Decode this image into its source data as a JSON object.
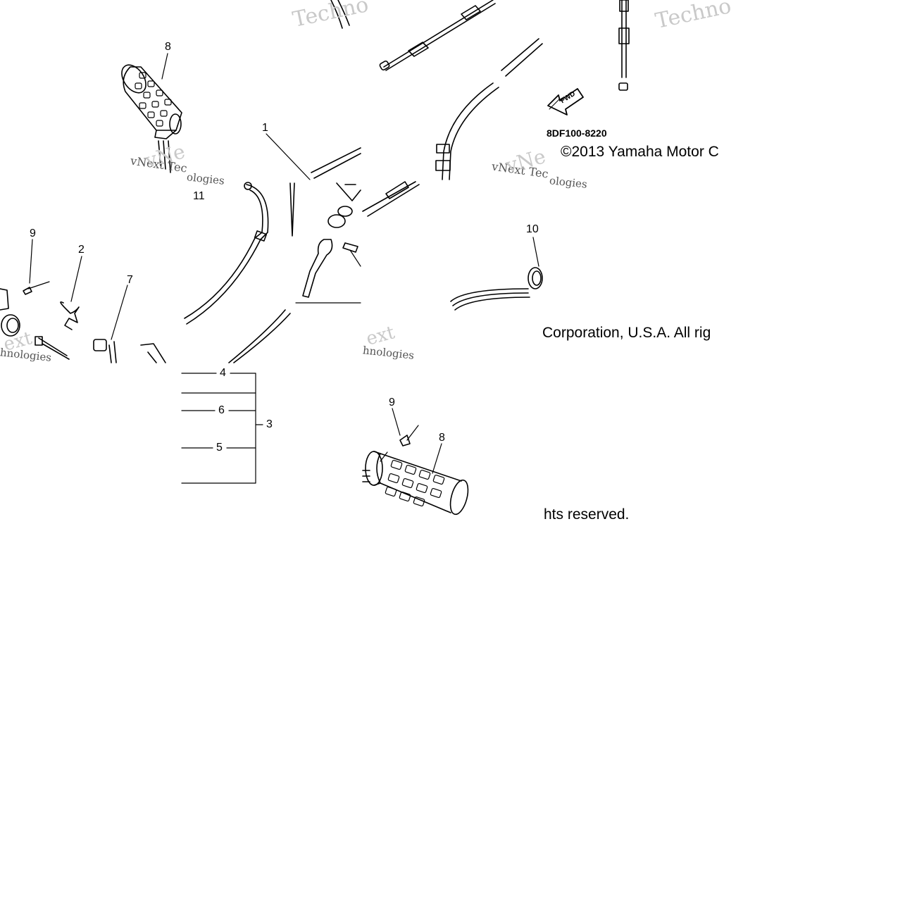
{
  "diagram_code": "8DF100-8220",
  "copyright": {
    "part1": "©2013 Yamaha Motor C",
    "part2": "Corporation, U.S.A. All rig",
    "part3": "hts reserved."
  },
  "fwd_label": "FWD",
  "callouts": {
    "c1": "1",
    "c2": "2",
    "c3": "3",
    "c4": "4",
    "c5": "5",
    "c6": "6",
    "c7": "7",
    "c8a": "8",
    "c8b": "8",
    "c9a": "9",
    "c9b": "9",
    "c10": "10",
    "c11": "11"
  },
  "watermarks": {
    "w1": "Techno",
    "w2": "Techno",
    "w3": "vNext Tec",
    "w4": "vNext Tec",
    "w5": "vNe",
    "w6": "vNe",
    "w7": "ologies",
    "w8": "ologies",
    "w9": "ext",
    "w10": "hnologies",
    "w11": "hnologies",
    "w12": "ext"
  }
}
